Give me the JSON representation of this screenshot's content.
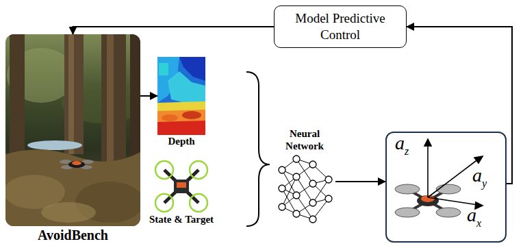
{
  "diagram": {
    "nodes": [
      {
        "text": [
          "Model Predictive Control"
        ]
      },
      {
        "text": [
          "AvoidBench"
        ]
      },
      {
        "text": [
          "Depth"
        ]
      },
      {
        "text": [
          "State & Target"
        ]
      },
      {
        "text": [
          "Neural Network"
        ]
      },
      {
        "text": [
          "az",
          "ay",
          "ax"
        ]
      }
    ],
    "edges": [
      {
        "from": 0,
        "to": 1,
        "arrow": "to"
      },
      {
        "from": 1,
        "to": 2,
        "arrow": "to"
      },
      {
        "from": 4,
        "to": 5,
        "arrow": "to"
      },
      {
        "from": 5,
        "to": 0,
        "arrow": "to"
      }
    ]
  }
}
